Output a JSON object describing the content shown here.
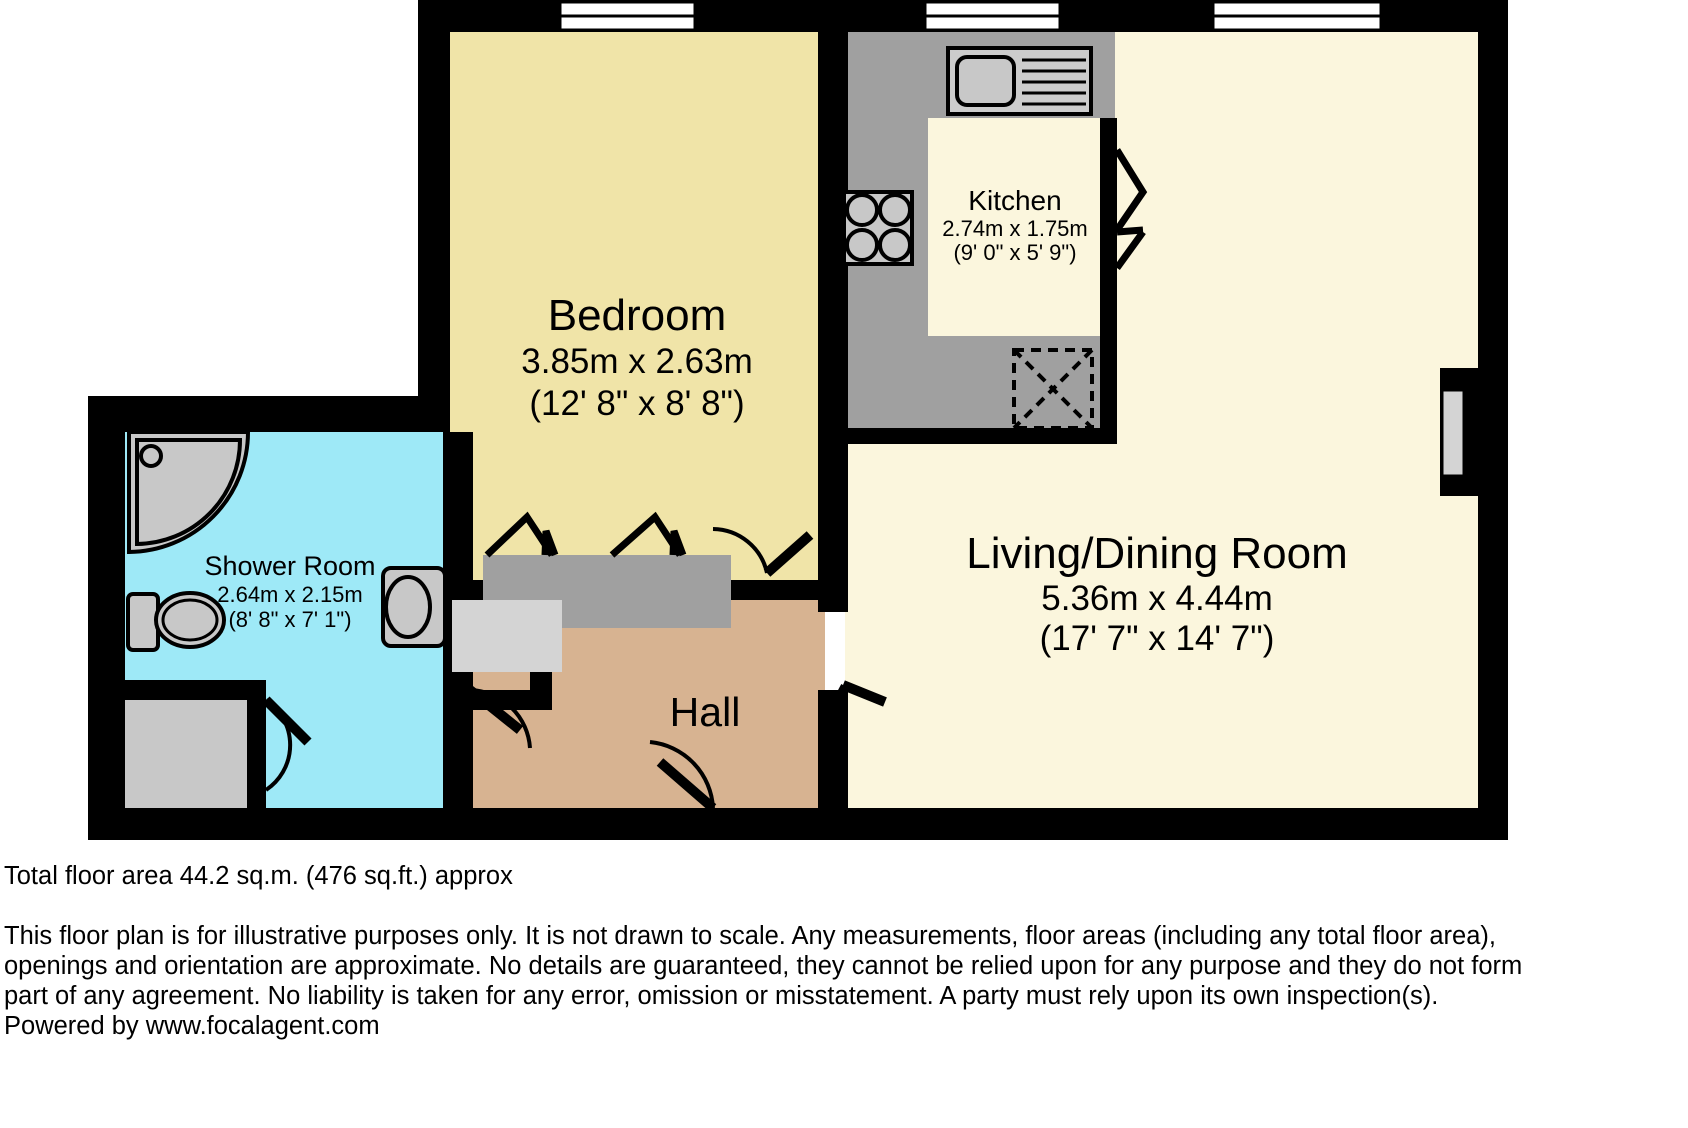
{
  "document": {
    "type": "floor-plan",
    "total_area_text": "Total floor area 44.2 sq.m. (476 sq.ft.) approx",
    "total_area_sqm": 44.2,
    "total_area_sqft": 476
  },
  "rooms": [
    {
      "id": "bedroom",
      "name": "Bedroom",
      "dim_metric": "3.85m x 2.63m",
      "dim_imperial": "(12' 8\" x 8' 8\")",
      "fill": "#f0e4a8"
    },
    {
      "id": "kitchen",
      "name": "Kitchen",
      "dim_metric": "2.74m x 1.75m",
      "dim_imperial": "(9' 0\" x 5' 9\")",
      "fill": "#fbf6dd"
    },
    {
      "id": "living-dining-room",
      "name": "Living/Dining Room",
      "dim_metric": "5.36m x 4.44m",
      "dim_imperial": "(17' 7\" x 14' 7\")",
      "fill": "#fbf6dd"
    },
    {
      "id": "shower-room",
      "name": "Shower Room",
      "dim_metric": "2.64m x 2.15m",
      "dim_imperial": "(8' 8\" x 7' 1\")",
      "fill": "#9ee9f7"
    },
    {
      "id": "hall",
      "name": "Hall",
      "dim_metric": "",
      "dim_imperial": "",
      "fill": "#d7b391"
    }
  ],
  "disclaimer": {
    "line1": "This floor plan is for illustrative purposes only. It is not drawn to scale. Any measurements, floor areas (including any total floor area),",
    "line2": "openings and orientation are approximate. No details are guaranteed, they cannot be relied upon for any purpose and they do not form",
    "line3": "part of any agreement. No liability is taken for any error, omission or misstatement. A party must rely upon its own inspection(s).",
    "line4": "Powered by www.focalagent.com"
  },
  "colors": {
    "wall": "#000000",
    "bedroom_fill": "#f0e4a8",
    "living_fill": "#fbf6dd",
    "kitchen_fill": "#fbf6dd",
    "kitchen_counter": "#a0a0a0",
    "shower_fill": "#9ee9f7",
    "hall_fill": "#d7b391",
    "fixture_fill": "#c8c8c8",
    "furniture_fill": "#a0a0a0",
    "window_fill": "#ffffff",
    "background": "#ffffff"
  },
  "fixtures": [
    {
      "name": "kitchen-sink-icon",
      "room": "kitchen"
    },
    {
      "name": "kitchen-hob-icon",
      "room": "kitchen"
    },
    {
      "name": "kitchen-appliance-icon",
      "room": "kitchen"
    },
    {
      "name": "shower-tray-icon",
      "room": "shower-room"
    },
    {
      "name": "toilet-icon",
      "room": "shower-room"
    },
    {
      "name": "wash-basin-icon",
      "room": "shower-room"
    },
    {
      "name": "bed-icon",
      "room": "bedroom"
    },
    {
      "name": "wardrobe-icon",
      "room": "hall"
    }
  ]
}
